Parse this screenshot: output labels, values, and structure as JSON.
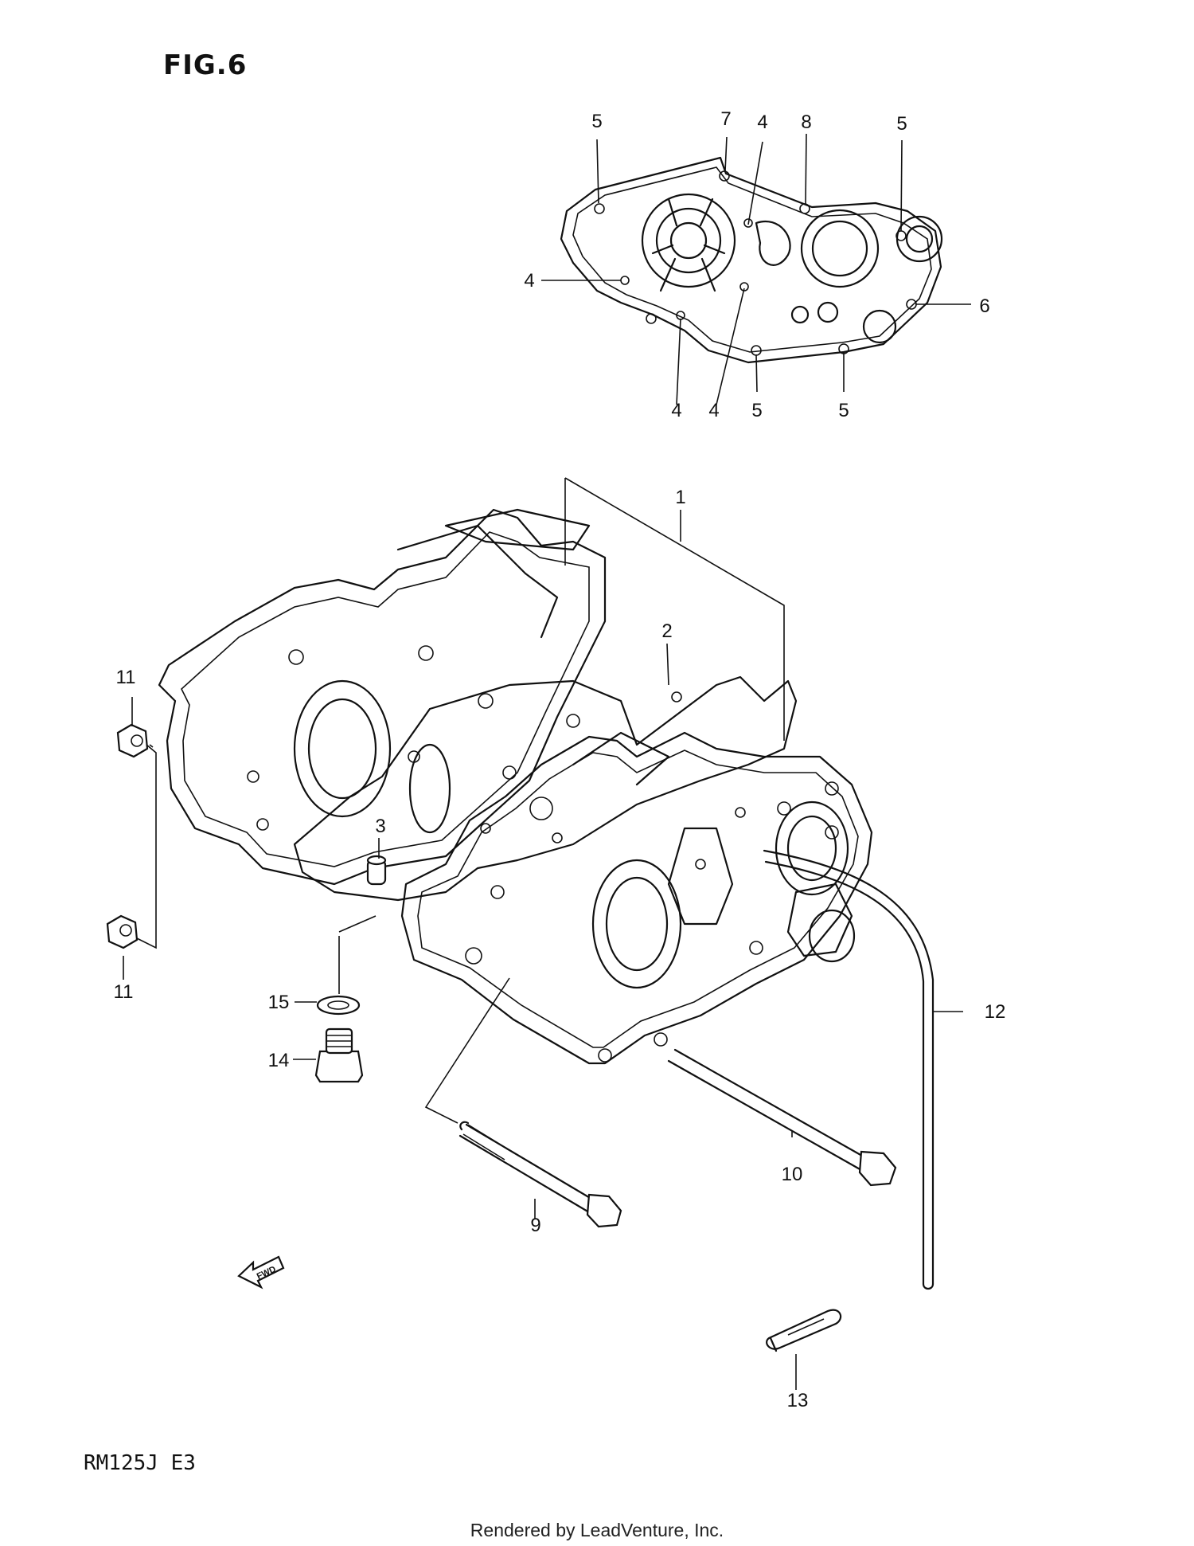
{
  "figure": {
    "title": "FIG.6"
  },
  "model_code": "RM125J  E3",
  "footer": "Rendered by LeadVenture, Inc.",
  "fwd_arrow": {
    "label": "FWD",
    "icon": "fwd-arrow-icon"
  },
  "callouts": {
    "c1": "1",
    "c2": "2",
    "c3": "3",
    "c4a": "4",
    "c4b": "4",
    "c4c": "4",
    "c4d": "4",
    "c5a": "5",
    "c5b": "5",
    "c5c": "5",
    "c5d": "5",
    "c6": "6",
    "c7": "7",
    "c8": "8",
    "c9": "9",
    "c10": "10",
    "c11a": "11",
    "c11b": "11",
    "c12": "12",
    "c13": "13",
    "c14": "14",
    "c15": "15"
  }
}
